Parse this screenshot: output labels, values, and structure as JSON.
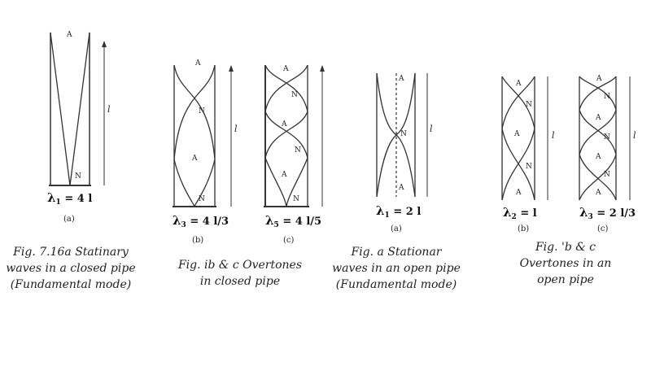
{
  "colors": {
    "stroke": "#333333",
    "text": "#222222"
  },
  "figures": [
    {
      "id": "a1",
      "part_label": "(a)",
      "lambda": {
        "sym": "λ",
        "sub": "1",
        "rhs": "= 4 l"
      }
    },
    {
      "id": "b1",
      "part_label": "(b)",
      "lambda": {
        "sym": "λ",
        "sub": "3",
        "rhs": "= 4 l/3"
      }
    },
    {
      "id": "c1",
      "part_label": "(c)",
      "lambda": {
        "sym": "λ",
        "sub": "5",
        "rhs": "= 4 l/5"
      }
    },
    {
      "id": "a2",
      "part_label": "(a)",
      "lambda": {
        "sym": "λ",
        "sub": "1",
        "rhs": "= 2 l"
      }
    },
    {
      "id": "b2",
      "part_label": "(b)",
      "lambda": {
        "sym": "λ",
        "sub": "2",
        "rhs": "= l"
      }
    },
    {
      "id": "c2",
      "part_label": "(c)",
      "lambda": {
        "sym": "λ",
        "sub": "3",
        "rhs": "= 2 l/3"
      }
    }
  ],
  "node_labels": {
    "antinode": "A",
    "node": "N",
    "length": "l"
  },
  "captions": {
    "closed_fundamental": [
      "Fig. 7.16a Statinary",
      "waves in a closed pipe",
      "(Fundamental mode)"
    ],
    "closed_overtones": [
      "Fig.        ib & c Overtones",
      "in closed pipe"
    ],
    "open_fundamental": [
      "Fig.        a Stationar",
      "waves in an open pipe",
      "(Fundamental mode)"
    ],
    "open_overtones": [
      "Fig.       'b & c",
      "Overtones in an",
      "open pipe"
    ]
  }
}
